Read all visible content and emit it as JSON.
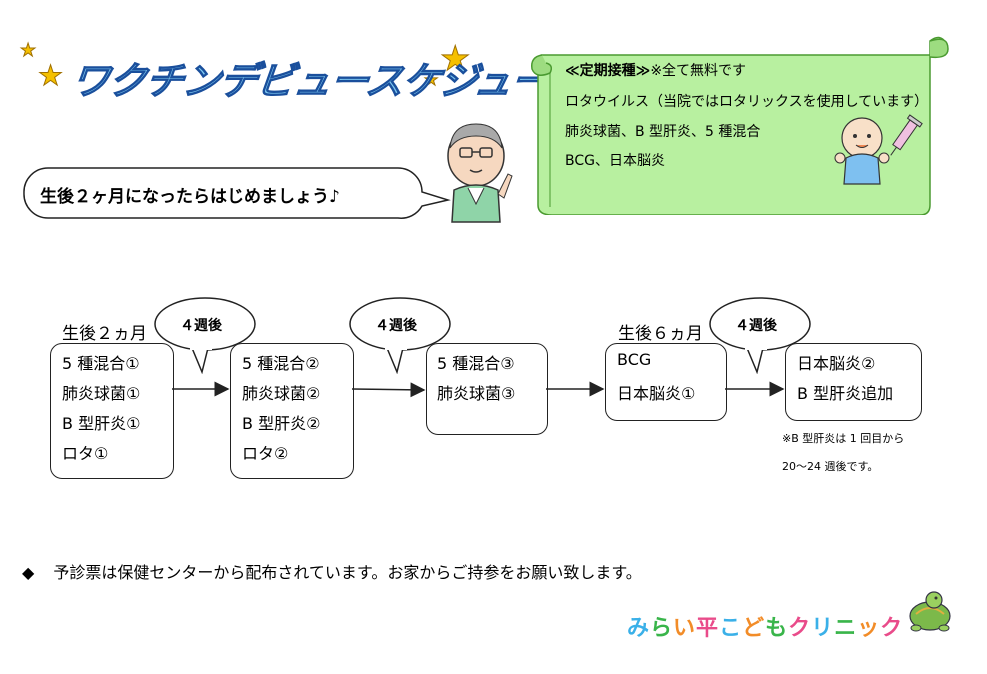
{
  "title": "ワクチンデビュースケジュール",
  "speech": "生後２ヶ月になったらはじめましょう♪",
  "scroll": {
    "heading": "≪定期接種≫",
    "heading_note": "※全て無料です",
    "lines": [
      "ロタウイルス（当院ではロタリックスを使用しています）",
      "肺炎球菌、B 型肝炎、5 種混合",
      "BCG、日本脳炎"
    ]
  },
  "ages": {
    "two_months": "生後２ヵ月",
    "six_months": "生後６ヵ月"
  },
  "interval_label": "４週後",
  "boxes": [
    {
      "lines": [
        "5 種混合①",
        "肺炎球菌①",
        "B 型肝炎①",
        "ロタ①"
      ]
    },
    {
      "lines": [
        "5 種混合②",
        "肺炎球菌②",
        "B 型肝炎②",
        "ロタ②"
      ]
    },
    {
      "lines": [
        "5 種混合③",
        "肺炎球菌③"
      ]
    },
    {
      "lines": [
        "BCG",
        "日本脳炎①"
      ]
    },
    {
      "lines": [
        "日本脳炎②",
        "B 型肝炎追加"
      ]
    }
  ],
  "note": {
    "line1": "※B 型肝炎は 1 回目から",
    "line2": "20〜24 週後です。"
  },
  "footer_bullet": "◆",
  "footer": "予診票は保健センターから配布されています。お家からご持参をお願い致します。",
  "clinic": {
    "chars": [
      "み",
      "ら",
      "い",
      "平",
      "こ",
      "ど",
      "も",
      "ク",
      "リ",
      "ニ",
      "ッ",
      "ク"
    ],
    "colors": [
      "#3ab0e8",
      "#39b54a",
      "#f28c28",
      "#e94b8a",
      "#3ab0e8",
      "#f28c28",
      "#39b54a",
      "#e94b8a",
      "#3ab0e8",
      "#39b54a",
      "#f28c28",
      "#e94b8a"
    ]
  },
  "icons": [
    "star-icon",
    "doctor-illustration",
    "baby-illustration",
    "syringe-icon",
    "turtle-icon"
  ]
}
